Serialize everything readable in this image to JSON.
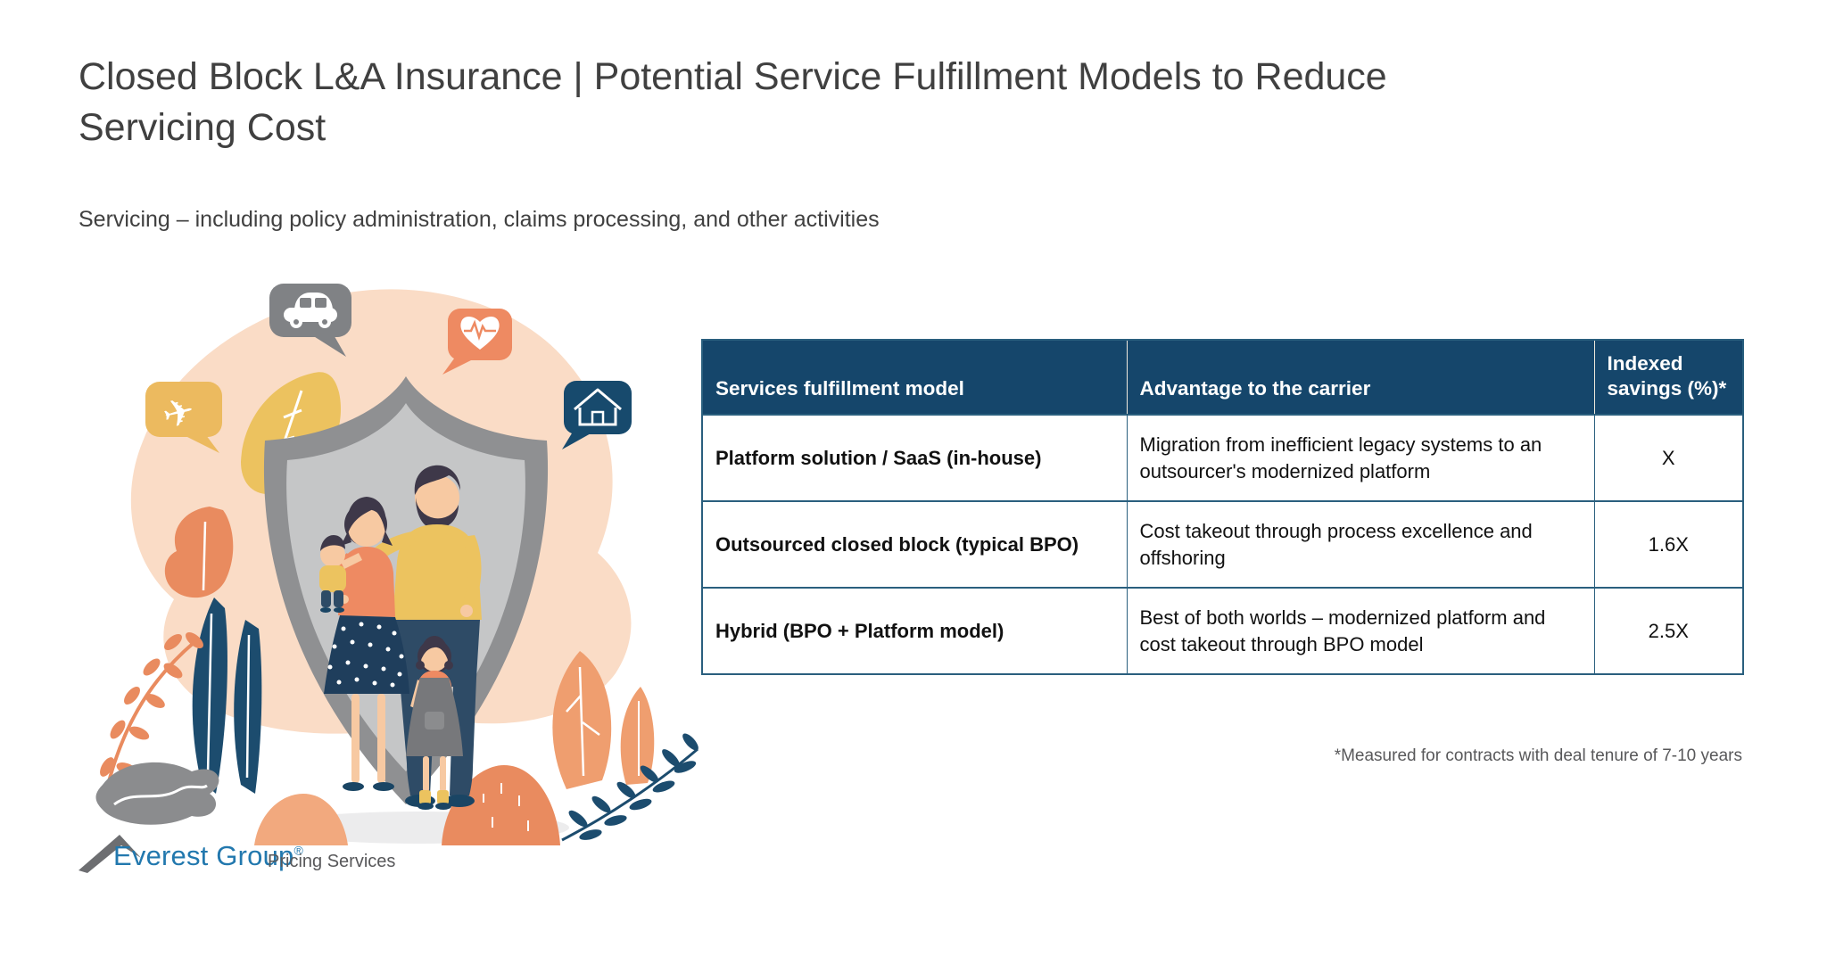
{
  "title": {
    "line1": "Closed Block L&A Insurance |  Potential Service Fulfillment Models to Reduce",
    "line2": "Servicing Cost"
  },
  "subtitle": "Servicing – including policy administration, claims processing, and other activities",
  "table": {
    "headers": [
      "Services fulfillment model",
      "Advantage to the carrier",
      "Indexed savings (%)*"
    ],
    "rows": [
      {
        "model": "Platform solution / SaaS (in-house)",
        "advantage": "Migration from inefficient legacy systems to an outsourcer's modernized platform",
        "savings": "X"
      },
      {
        "model": "Outsourced closed block (typical BPO)",
        "advantage": "Cost takeout through process excellence and offshoring",
        "savings": "1.6X"
      },
      {
        "model": "Hybrid (BPO + Platform model)",
        "advantage": "Best of both worlds – modernized platform and cost takeout through BPO model",
        "savings": "2.5X"
      }
    ]
  },
  "footnote": "*Measured for contracts with deal tenure of 7-10 years",
  "logo": {
    "brand": "Everest Group",
    "registered": "®",
    "suffix": "Pricing Services"
  },
  "illustration": {
    "icons": [
      "car-icon",
      "health-heart-icon",
      "plane-icon",
      "home-icon",
      "shield-icon"
    ],
    "description": "Family protected by shield with insurance category speech bubbles"
  },
  "colors": {
    "header_navy": "#15466B",
    "table_border": "#2A5F7E",
    "accent_orange": "#EE8A62",
    "accent_yellow": "#ECC35F",
    "accent_navy_leaf": "#1C4C6E",
    "bubble_gray": "#808285",
    "peach_blob": "#FADCC6",
    "logo_blue": "#2278AE",
    "text_gray": "#404040"
  }
}
